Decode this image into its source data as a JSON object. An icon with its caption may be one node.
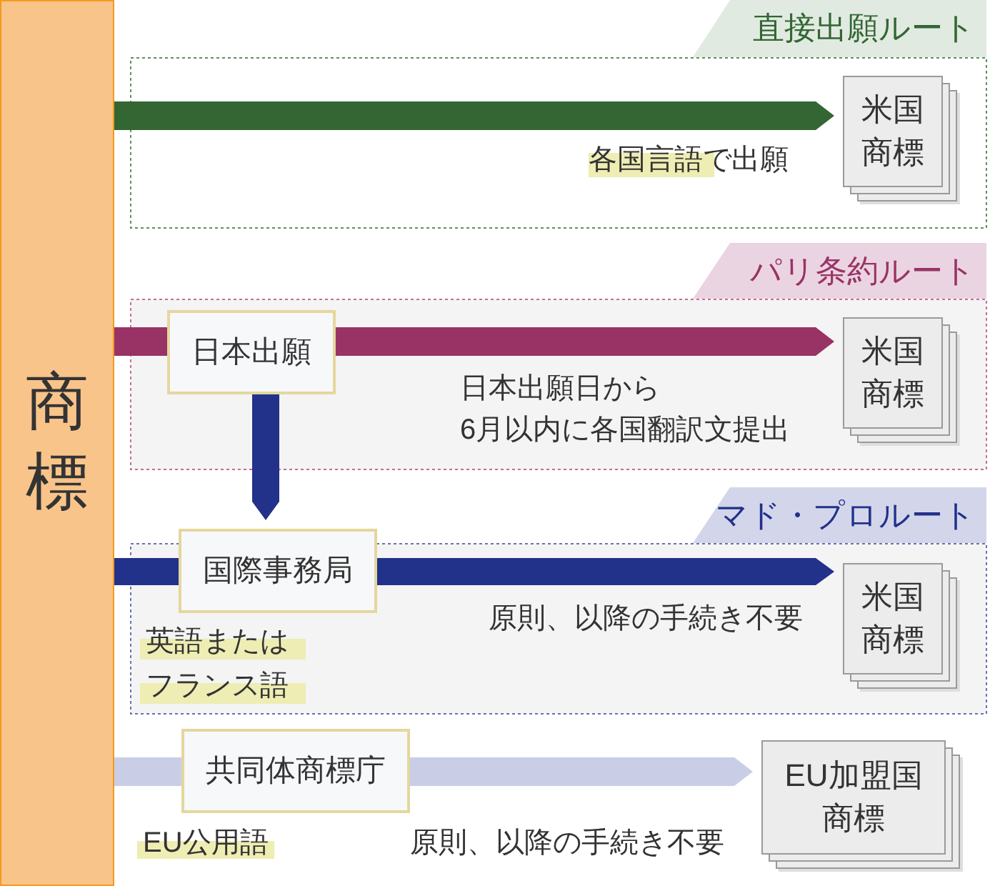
{
  "diagram": {
    "nodes": [
      {
        "text": [
          "商標"
        ]
      },
      {
        "text": [
          "直接出願ルート"
        ]
      },
      {
        "text": [
          "米国商標"
        ],
        "in": 1
      },
      {
        "text": [
          "パリ条約ルート"
        ]
      },
      {
        "text": [
          "日本出願"
        ],
        "in": 3
      },
      {
        "text": [
          "米国商標"
        ],
        "in": 3
      },
      {
        "text": [
          "マド・プロルート"
        ]
      },
      {
        "text": [
          "国際事務局"
        ],
        "beside": [
          "英語またはフランス語"
        ]
      },
      {
        "text": [
          "米国商標"
        ],
        "in": 6
      },
      {
        "text": [
          "共同体商標庁"
        ],
        "beside": [
          "EU公用語"
        ]
      },
      {
        "text": [
          "EU加盟国商標"
        ]
      }
    ],
    "edges": [
      {
        "from": 0,
        "to": 2,
        "arrow": "to",
        "label": "各国言語で出願",
        "color": "#336633"
      },
      {
        "from": 0,
        "to": 4,
        "arrow": "none",
        "color": "#993366"
      },
      {
        "from": 4,
        "to": 5,
        "arrow": "to",
        "label": "日本出願日から6月以内に各国翻訳文提出",
        "color": "#993366"
      },
      {
        "from": 4,
        "to": 7,
        "arrow": "to",
        "color": "#22318a"
      },
      {
        "from": 0,
        "to": 7,
        "arrow": "none",
        "color": "#22318a"
      },
      {
        "from": 7,
        "to": 8,
        "arrow": "to",
        "label": "原則、以降の手続き不要",
        "color": "#22318a"
      },
      {
        "from": 0,
        "to": 9,
        "arrow": "none",
        "color": "#c9cee6"
      },
      {
        "from": 9,
        "to": 10,
        "arrow": "to",
        "label": "原則、以降の手続き不要",
        "color": "#c9cee6"
      }
    ]
  }
}
